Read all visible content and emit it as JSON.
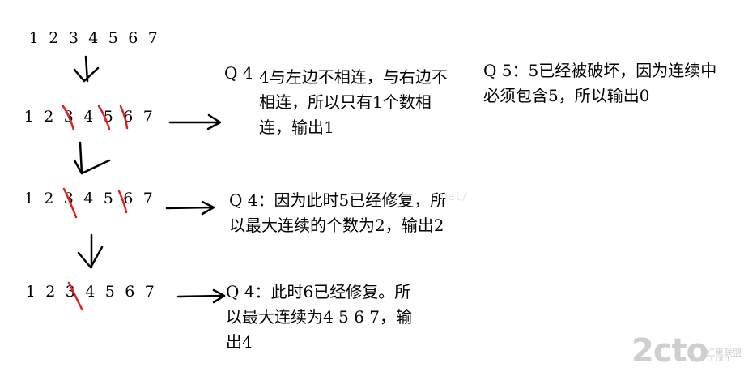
{
  "rows": [
    {
      "digits": [
        "1",
        "2",
        "3",
        "4",
        "5",
        "6",
        "7"
      ]
    },
    {
      "digits": [
        "1",
        "2",
        "3",
        "4",
        "5",
        "6",
        "7"
      ]
    },
    {
      "digits": [
        "1",
        "2",
        "3",
        "4",
        "5",
        "6",
        "7"
      ]
    },
    {
      "digits": [
        "1",
        "2",
        "3",
        "4",
        "5",
        "6",
        "7"
      ]
    }
  ],
  "notes": {
    "q4_prefix": "Q 4",
    "step1": "4与左边不相连，与右边不相连，所以只有1个数相连，输出1",
    "q5": "Q 5：5已经被破坏，因为连续中必须包含5，所以输出0",
    "step2": "Q 4：因为此时5已经修复，所以最大连续的个数为2，输出2",
    "step3": "Q 4：此时6已经修复。所以最大连续为4 5 6 7，输出4"
  },
  "watermark": {
    "url_fragment": ".net/",
    "logo": "2cto",
    "logo_suffix": ".com",
    "logo_sub": "红黑联盟"
  },
  "colors": {
    "ink": "#000000",
    "strike": "#e0201c"
  }
}
